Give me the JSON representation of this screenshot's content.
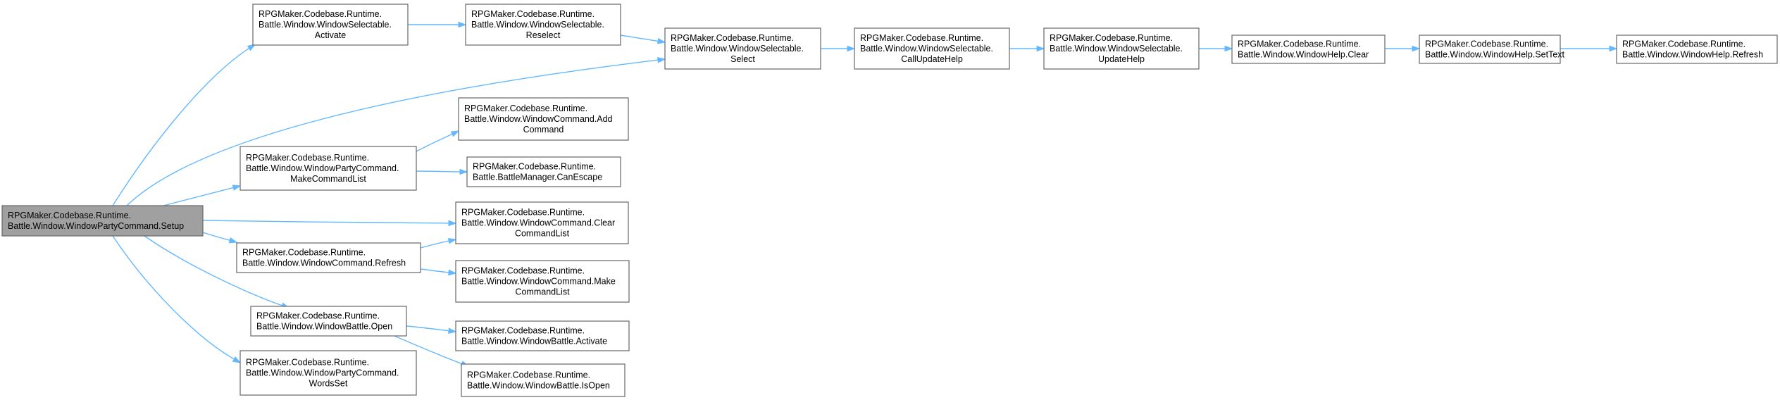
{
  "diagram": {
    "nodes": [
      {
        "id": "setup",
        "lines": [
          "RPGMaker.Codebase.Runtime.",
          "Battle.Window.WindowPartyCommand.Setup"
        ],
        "root": true
      },
      {
        "id": "ws_activate",
        "lines": [
          "RPGMaker.Codebase.Runtime.",
          "Battle.Window.WindowSelectable.",
          "Activate"
        ]
      },
      {
        "id": "ws_reselect",
        "lines": [
          "RPGMaker.Codebase.Runtime.",
          "Battle.Window.WindowSelectable.",
          "Reselect"
        ]
      },
      {
        "id": "ws_select",
        "lines": [
          "RPGMaker.Codebase.Runtime.",
          "Battle.Window.WindowSelectable.",
          "Select"
        ]
      },
      {
        "id": "ws_callupdatehelp",
        "lines": [
          "RPGMaker.Codebase.Runtime.",
          "Battle.Window.WindowSelectable.",
          "CallUpdateHelp"
        ]
      },
      {
        "id": "ws_updatehelp",
        "lines": [
          "RPGMaker.Codebase.Runtime.",
          "Battle.Window.WindowSelectable.",
          "UpdateHelp"
        ]
      },
      {
        "id": "wh_clear",
        "lines": [
          "RPGMaker.Codebase.Runtime.",
          "Battle.Window.WindowHelp.Clear"
        ]
      },
      {
        "id": "wh_settext",
        "lines": [
          "RPGMaker.Codebase.Runtime.",
          "Battle.Window.WindowHelp.SetText"
        ]
      },
      {
        "id": "wh_refresh",
        "lines": [
          "RPGMaker.Codebase.Runtime.",
          "Battle.Window.WindowHelp.Refresh"
        ]
      },
      {
        "id": "wpc_makecommandlist",
        "lines": [
          "RPGMaker.Codebase.Runtime.",
          "Battle.Window.WindowPartyCommand.",
          "MakeCommandList"
        ]
      },
      {
        "id": "wc_addcommand",
        "lines": [
          "RPGMaker.Codebase.Runtime.",
          "Battle.Window.WindowCommand.Add",
          "Command"
        ]
      },
      {
        "id": "bm_canescape",
        "lines": [
          "RPGMaker.Codebase.Runtime.",
          "Battle.BattleManager.CanEscape"
        ]
      },
      {
        "id": "wc_clearcommandlist",
        "lines": [
          "RPGMaker.Codebase.Runtime.",
          "Battle.Window.WindowCommand.Clear",
          "CommandList"
        ]
      },
      {
        "id": "wc_refresh",
        "lines": [
          "RPGMaker.Codebase.Runtime.",
          "Battle.Window.WindowCommand.Refresh"
        ]
      },
      {
        "id": "wc_makecommandlist",
        "lines": [
          "RPGMaker.Codebase.Runtime.",
          "Battle.Window.WindowCommand.Make",
          "CommandList"
        ]
      },
      {
        "id": "wb_open",
        "lines": [
          "RPGMaker.Codebase.Runtime.",
          "Battle.Window.WindowBattle.Open"
        ]
      },
      {
        "id": "wb_activate",
        "lines": [
          "RPGMaker.Codebase.Runtime.",
          "Battle.Window.WindowBattle.Activate"
        ]
      },
      {
        "id": "wb_isopen",
        "lines": [
          "RPGMaker.Codebase.Runtime.",
          "Battle.Window.WindowBattle.IsOpen"
        ]
      },
      {
        "id": "wpc_wordsset",
        "lines": [
          "RPGMaker.Codebase.Runtime.",
          "Battle.Window.WindowPartyCommand.",
          "WordsSet"
        ]
      }
    ],
    "edges": [
      {
        "from": "setup",
        "to": "ws_activate"
      },
      {
        "from": "setup",
        "to": "ws_select"
      },
      {
        "from": "setup",
        "to": "wpc_makecommandlist"
      },
      {
        "from": "setup",
        "to": "wc_clearcommandlist"
      },
      {
        "from": "setup",
        "to": "wc_refresh"
      },
      {
        "from": "setup",
        "to": "wb_open"
      },
      {
        "from": "setup",
        "to": "wb_activate"
      },
      {
        "from": "setup",
        "to": "wpc_wordsset"
      },
      {
        "from": "ws_activate",
        "to": "ws_reselect"
      },
      {
        "from": "ws_reselect",
        "to": "ws_select"
      },
      {
        "from": "ws_select",
        "to": "ws_callupdatehelp"
      },
      {
        "from": "ws_callupdatehelp",
        "to": "ws_updatehelp"
      },
      {
        "from": "ws_updatehelp",
        "to": "wh_clear"
      },
      {
        "from": "wh_clear",
        "to": "wh_settext"
      },
      {
        "from": "wh_settext",
        "to": "wh_refresh"
      },
      {
        "from": "wpc_makecommandlist",
        "to": "wc_addcommand"
      },
      {
        "from": "wpc_makecommandlist",
        "to": "bm_canescape"
      },
      {
        "from": "wc_refresh",
        "to": "wc_clearcommandlist"
      },
      {
        "from": "wc_refresh",
        "to": "wc_makecommandlist"
      },
      {
        "from": "wb_open",
        "to": "wb_activate"
      },
      {
        "from": "wb_open",
        "to": "wb_isopen"
      }
    ]
  }
}
